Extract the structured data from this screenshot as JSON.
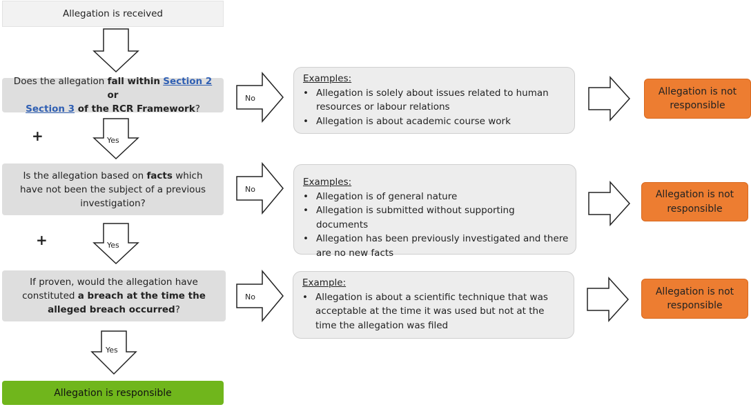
{
  "start": {
    "text": "Allegation is received"
  },
  "q1": {
    "part1": "Does the allegation ",
    "bold1": "fall within",
    "link1": "Section 2",
    "part2": " or",
    "link2": "Section 3",
    "bold2": " of the RCR Framework",
    "part3": "?"
  },
  "q2": {
    "part1": "Is the allegation based on ",
    "bold1": "facts",
    "part2": " which have not been the subject of a previous investigation?"
  },
  "q3": {
    "part1": "If proven, would the allegation have constituted ",
    "bold1": "a breach at the time the alleged breach occurred",
    "part2": "?"
  },
  "ex1": {
    "heading": "Examples:",
    "items": [
      "Allegation is solely about issues related to human resources or labour relations",
      "Allegation is about academic course work"
    ]
  },
  "ex2": {
    "heading": "Examples:",
    "items": [
      "Allegation is of general nature",
      "Allegation is submitted without supporting documents",
      "Allegation has been previously investigated and there are no new facts"
    ]
  },
  "ex3": {
    "heading": "Example:",
    "items": [
      "Allegation is about a scientific technique that was acceptable at the time it was used but not at the time the allegation was filed"
    ]
  },
  "outcomes": {
    "not_responsible_1": "Allegation is not responsible",
    "not_responsible_2": "Allegation is not responsible",
    "not_responsible_3": "Allegation is not responsible",
    "responsible": "Allegation is responsible"
  },
  "labels": {
    "no": "No",
    "yes": "Yes",
    "plus": "+"
  },
  "colors": {
    "orange": "#ed7d31",
    "green": "#70b61c",
    "gray": "#dedede",
    "link": "#2f5fb3"
  }
}
